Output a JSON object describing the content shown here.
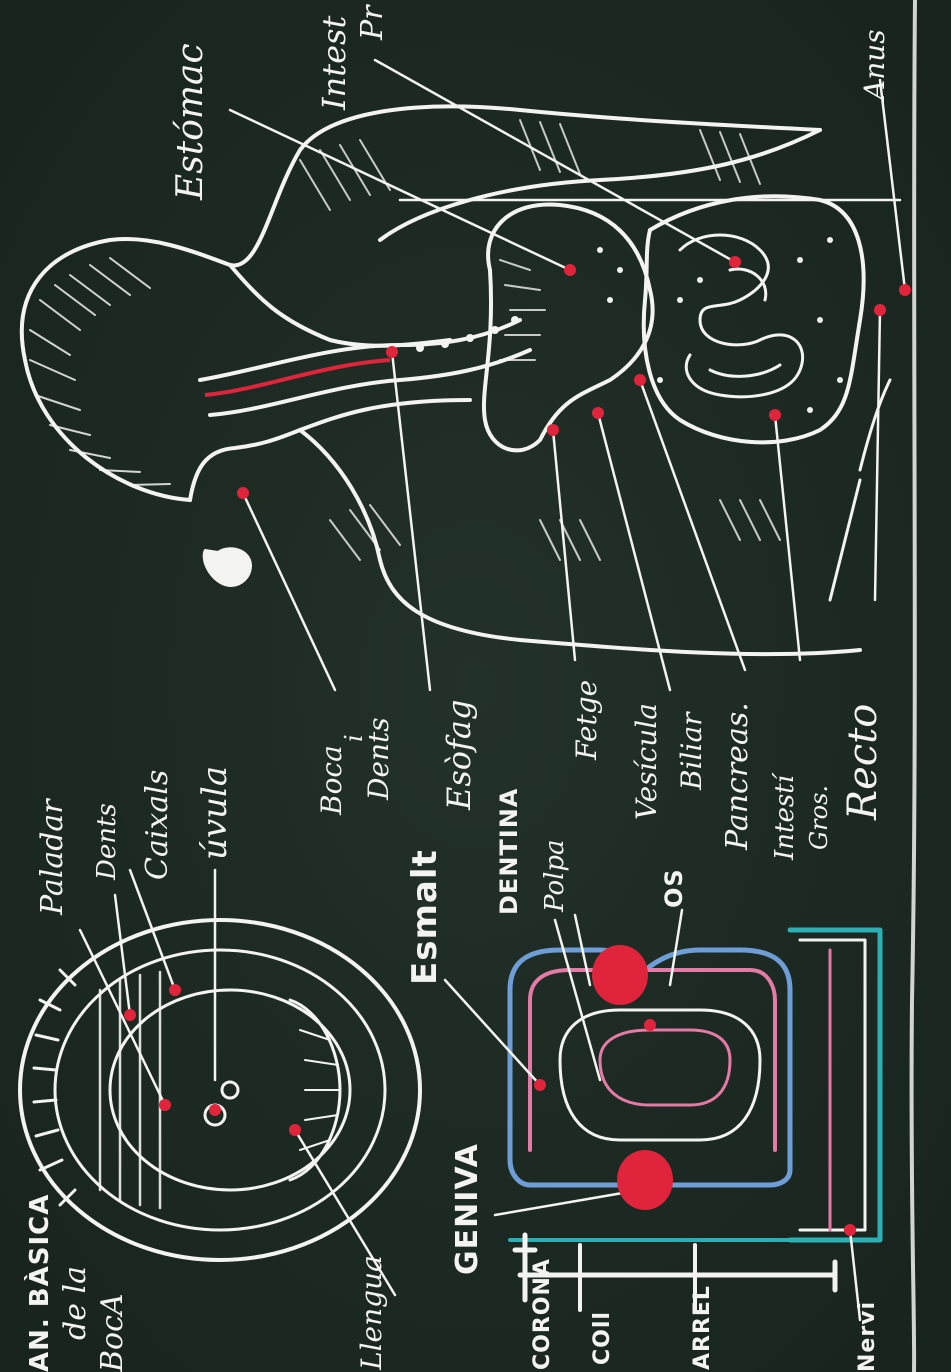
{
  "colors": {
    "board": "#1d2a22",
    "chalk": "#f3f3f0",
    "marker_red": "#e0243b",
    "pink": "#e57aa6",
    "blue": "#6f9ed6",
    "teal": "#2ab0b4"
  },
  "title": {
    "line1": "AN. BÀSICA",
    "line2": "de la",
    "line3": "BocA"
  },
  "mouth_labels": {
    "paladar": "Paladar",
    "dents": "Dents",
    "caixals": "Caixals",
    "uvula": "úvula",
    "llengua": "Llengua"
  },
  "tooth_labels": {
    "esmalt": "Esmalt",
    "dentina": "DENTINA",
    "polpa": "Polpa",
    "os": "OS",
    "geniva": "GENIVA",
    "corona": "CORONA",
    "coll": "COll",
    "arrel": "ARREL",
    "nervi": "Nervi"
  },
  "digestive_labels": {
    "boca": "Boca",
    "i": "i",
    "dents": "Dents",
    "esofag": "Esòfag",
    "fetge": "Fetge",
    "vesicula": "Vesícula",
    "biliar": "Biliar",
    "pancreas": "Pancreas.",
    "intesti": "Intestí",
    "gros": "Gros.",
    "recte": "Recto",
    "estomac": "Estómac",
    "intesti_prim_1": "Intest",
    "intesti_prim_2": "Pr",
    "anus": "Anus"
  }
}
